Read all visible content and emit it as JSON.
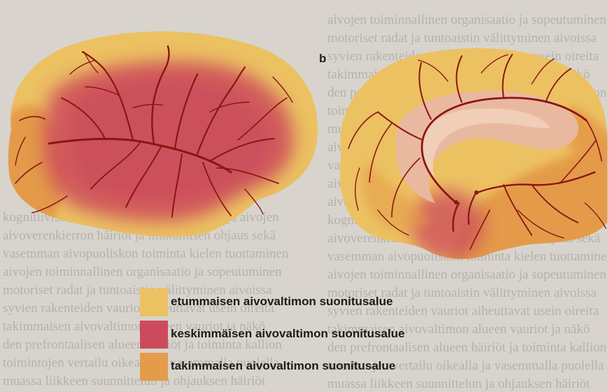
{
  "figure": {
    "panel_letter": "b",
    "legend": [
      {
        "label": "etummaisen aivovaltimon suonitusalue",
        "color": "#ecc162"
      },
      {
        "label": "keskimmäisen aivovaltimon suonitusalue",
        "color": "#cc4a5c"
      },
      {
        "label": "takimmaisen aivovaltimon suonitusalue",
        "color": "#e49b4a"
      }
    ]
  },
  "colors": {
    "anterior": "#ecc162",
    "middle": "#cc4a5c",
    "posterior": "#e49b4a",
    "vessel": "#8c1414",
    "page": "#d8d4cd"
  },
  "background_text": [
    "kognitiivisten toimintojen hermoverkosto ja aivojen",
    "aivoverenkierron häiriöt ja liikkumisen ohjaus sekä",
    "vasemman aivopuoliskon toiminta kielen tuottaminen",
    "aivojen toiminnallinen organisaatio ja sopeutuminen",
    "motoriset radat ja tuntoaistin välittyminen aivoissa",
    "syvien rakenteiden vauriot aiheuttavat usein oireita",
    "takimmaisen aivovaltimon alueen vauriot ja näkö",
    "den prefrontaalisen alueen häiriöt ja toiminta kallion",
    "toimintojen vertailu oikealla ja vasemmalla puolella",
    "muassa liikkeen suunnittelun ja ohjauksen häiriöt",
    "aivojen toiminnallisen rakenteen kartoittaminen",
    "vaurion sijainti ja laajuus määräävät oireiden laadun",
    "aivoverenkierron häiriön jälkeinen kuntoutus ja",
    "aivojen plastisuus ja sopeutuminen muuttuviin tiloihin"
  ]
}
